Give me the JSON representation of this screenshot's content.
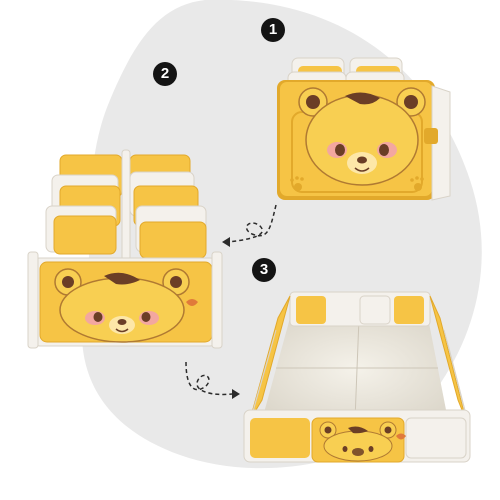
{
  "steps": [
    {
      "number": "1",
      "state": "folded"
    },
    {
      "number": "2",
      "state": "unfolding"
    },
    {
      "number": "3",
      "state": "assembled"
    }
  ],
  "colors": {
    "background_blob": "#e9e9e9",
    "panel_yellow": "#f6c445",
    "panel_yellow_dark": "#e2a92b",
    "panel_white": "#f4f1ec",
    "bear_face": "#f8cf52",
    "bear_brown": "#6b3e26",
    "cheek_pink": "#f3a7a0",
    "arrow": "#2b2b2b",
    "badge": "#141414"
  },
  "icons": [
    "bear-face-icon",
    "paw-print-icon",
    "dashed-arrow-icon"
  ]
}
